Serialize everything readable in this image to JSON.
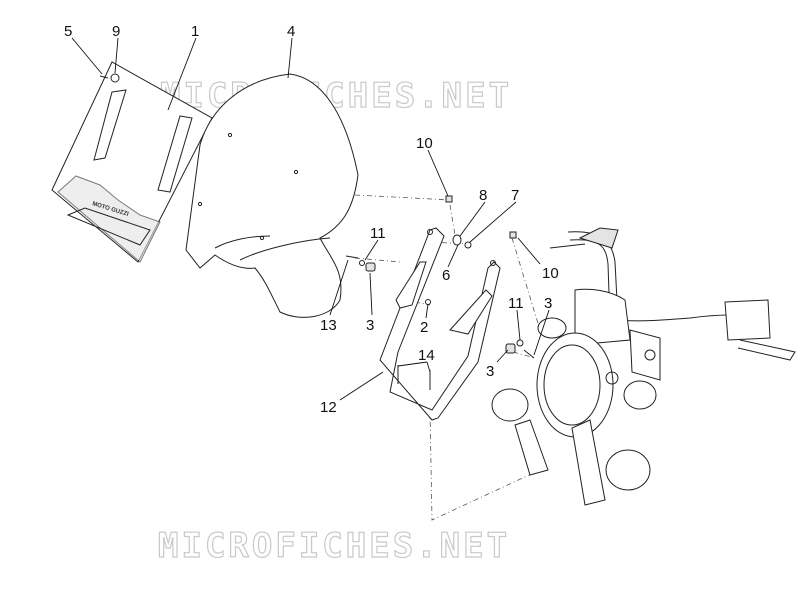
{
  "watermark": {
    "top": "MICROFICHES.NET",
    "bottom": "MICROFICHES.NET"
  },
  "deflector_label": "MOTO GUZZI",
  "callouts": [
    {
      "id": "c5",
      "text": "5"
    },
    {
      "id": "c9",
      "text": "9"
    },
    {
      "id": "c1",
      "text": "1"
    },
    {
      "id": "c4",
      "text": "4"
    },
    {
      "id": "c10a",
      "text": "10"
    },
    {
      "id": "c8",
      "text": "8"
    },
    {
      "id": "c7",
      "text": "7"
    },
    {
      "id": "c11a",
      "text": "11"
    },
    {
      "id": "c6",
      "text": "6"
    },
    {
      "id": "c10b",
      "text": "10"
    },
    {
      "id": "c13",
      "text": "13"
    },
    {
      "id": "c3a",
      "text": "3"
    },
    {
      "id": "c2",
      "text": "2"
    },
    {
      "id": "c11b",
      "text": "11"
    },
    {
      "id": "c3b",
      "text": "3"
    },
    {
      "id": "c14",
      "text": "14"
    },
    {
      "id": "c3c",
      "text": "3"
    },
    {
      "id": "c12",
      "text": "12"
    }
  ]
}
